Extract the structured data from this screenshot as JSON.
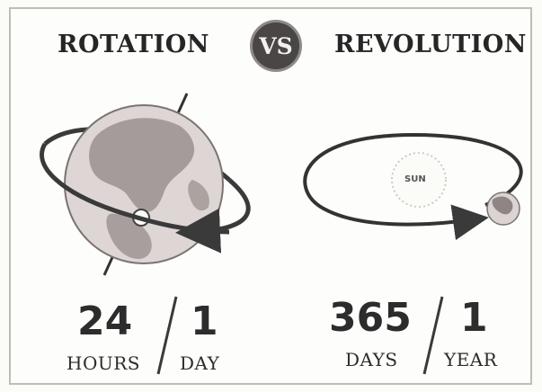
{
  "left": {
    "title": "ROTATION",
    "number": "24",
    "unit": "HOURS",
    "equiv_number": "1",
    "equiv_unit": "DAY"
  },
  "badge": {
    "text": "VS"
  },
  "right": {
    "title": "REVOLUTION",
    "sun_label": "SUN",
    "number": "365",
    "unit": "DAYS",
    "equiv_number": "1",
    "equiv_unit": "YEAR"
  },
  "colors": {
    "ink": "#2a2a2a",
    "badge": "#4a4646",
    "earth": "#d8d0cf",
    "land": "#8f8584",
    "border": "#bdbdb8"
  },
  "icons": [
    "earth-globe-icon",
    "rotation-orbit-arrow-icon",
    "axis-line-icon",
    "sun-circle-icon",
    "revolution-orbit-arrow-icon",
    "small-earth-icon"
  ]
}
